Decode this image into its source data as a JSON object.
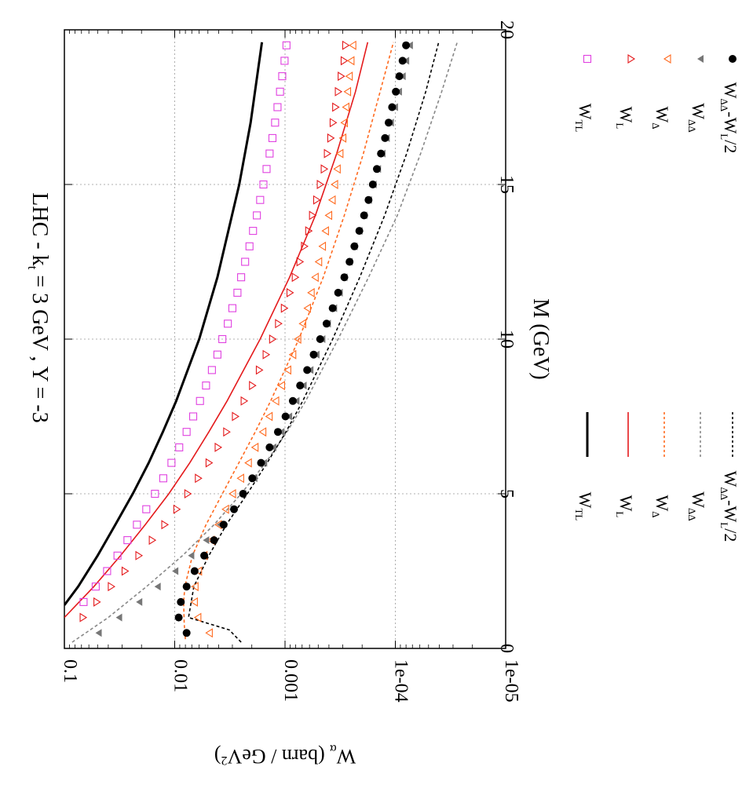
{
  "chart_data": {
    "type": "scatter",
    "orientation": "rotated-90-clockwise",
    "title": "LHC  -  k<sub>t</sub> = 3 GeV , Y = -3",
    "title_parts": {
      "pre": "LHC  -  k",
      "sub": "t",
      "post": " = 3 GeV , Y = -3"
    },
    "xlabel": "M  (GeV)",
    "ylabel": {
      "main": "W",
      "sub": "α",
      "rest": "  (barn / GeV",
      "sup": "2",
      "close": ")"
    },
    "xlim": [
      0,
      20
    ],
    "ylim": [
      1e-05,
      0.1
    ],
    "yscale": "log",
    "grid": true,
    "x_ticks": [
      "0",
      "5",
      "10",
      "15",
      "20"
    ],
    "y_ticks": [
      "0.1",
      "0.01",
      "0.001",
      "1e-04",
      "1e-05"
    ],
    "legend_lines": [
      {
        "label": "W",
        "sub": "TL",
        "color": "#000000",
        "style": "solid",
        "width": 3
      },
      {
        "label": "W",
        "sub": "L",
        "color": "#e41a1c",
        "style": "solid",
        "width": 1.6
      },
      {
        "label": "W",
        "sub": "Δ",
        "color": "#ff6a1f",
        "style": "dashed",
        "width": 1.6
      },
      {
        "label": "W",
        "sub": "ΔΔ",
        "color": "#888888",
        "style": "dashed",
        "width": 1.6
      },
      {
        "label": "W",
        "sub": "ΔΔ",
        "tail": "-W",
        "sub2": "L",
        "tail2": "/2",
        "color": "#000000",
        "style": "dashed",
        "width": 1.6
      }
    ],
    "legend_points": [
      {
        "label": "W",
        "sub": "TL",
        "color": "#e040e0",
        "marker": "square"
      },
      {
        "label": "W",
        "sub": "L",
        "color": "#e41a1c",
        "marker": "triangle-right"
      },
      {
        "label": "W",
        "sub": "Δ",
        "color": "#ff6a1f",
        "marker": "triangle-left"
      },
      {
        "label": "W",
        "sub": "ΔΔ",
        "color": "#777777",
        "marker": "triangle-filled"
      },
      {
        "label": "W",
        "sub": "ΔΔ",
        "tail": "-W",
        "sub2": "L",
        "tail2": "/2",
        "color": "#000000",
        "marker": "circle"
      }
    ],
    "series": [
      {
        "name": "W_TL (curve)",
        "kind": "line",
        "color": "#000000",
        "dash": "",
        "width": 3,
        "x": [
          1.4,
          2,
          3,
          4,
          5,
          6,
          7,
          8,
          10,
          12,
          15,
          17,
          19.6
        ],
        "y": [
          0.1,
          0.075,
          0.05,
          0.0345,
          0.024,
          0.0172,
          0.0128,
          0.0097,
          0.006,
          0.0041,
          0.0026,
          0.00205,
          0.00162
        ]
      },
      {
        "name": "W_L (curve)",
        "kind": "line",
        "color": "#e41a1c",
        "dash": "",
        "width": 1.6,
        "x": [
          1.0,
          2,
          3,
          4,
          5,
          6,
          7,
          8,
          10,
          12,
          14,
          16,
          18,
          19.6
        ],
        "y": [
          0.1,
          0.054,
          0.031,
          0.0185,
          0.0113,
          0.0073,
          0.0049,
          0.00335,
          0.00168,
          0.00091,
          0.00053,
          0.00034,
          0.00023,
          0.000178
        ]
      },
      {
        "name": "W_Δ (curve)",
        "kind": "line",
        "color": "#ff6a1f",
        "dash": "4,3",
        "width": 1.6,
        "x": [
          0.3,
          0.8,
          1.5,
          2,
          3,
          4,
          5,
          6,
          7,
          8,
          10,
          12,
          14,
          16,
          19.6
        ],
        "y": [
          0.008,
          0.0082,
          0.0083,
          0.0081,
          0.0069,
          0.0052,
          0.0037,
          0.00262,
          0.00186,
          0.00135,
          0.00075,
          0.00045,
          0.00029,
          0.000195,
          0.000104
        ]
      },
      {
        "name": "W_ΔΔ (curve)",
        "kind": "line",
        "color": "#888888",
        "dash": "4,3",
        "width": 1.6,
        "x": [
          0.2,
          1,
          2,
          3,
          4,
          5,
          6,
          7,
          8,
          10,
          12,
          14,
          16,
          18,
          19.6
        ],
        "y": [
          0.085,
          0.04,
          0.018,
          0.0085,
          0.0044,
          0.0025,
          0.0015,
          0.00096,
          0.00065,
          0.00033,
          0.000175,
          9.6e-05,
          5.9e-05,
          3.8e-05,
          2.75e-05
        ]
      },
      {
        "name": "W_ΔΔ-W_L/2 (curve)",
        "kind": "line",
        "color": "#000000",
        "dash": "4,3",
        "width": 1.6,
        "x": [
          0.2,
          0.6,
          1,
          2,
          3,
          4,
          5,
          6,
          7,
          8,
          10,
          12,
          14,
          16,
          18,
          19.6
        ],
        "y": [
          0.0025,
          0.0032,
          0.0075,
          0.0067,
          0.0049,
          0.0034,
          0.0022,
          0.00145,
          0.00098,
          0.00069,
          0.00037,
          0.00021,
          0.000125,
          7.9e-05,
          5.3e-05,
          4.05e-05
        ]
      },
      {
        "name": "W_TL (points)",
        "kind": "points",
        "marker": "square",
        "color": "#e040e0",
        "x": [
          1.5,
          2,
          2.5,
          3,
          3.5,
          4,
          4.5,
          5,
          5.5,
          6,
          6.5,
          7,
          7.5,
          8,
          8.5,
          9,
          9.5,
          10,
          10.5,
          11,
          11.5,
          12,
          12.5,
          13,
          13.5,
          14,
          14.5,
          15,
          15.5,
          16,
          16.5,
          17,
          17.5,
          18,
          18.5,
          19,
          19.5
        ],
        "y": [
          0.067,
          0.052,
          0.041,
          0.033,
          0.0268,
          0.022,
          0.0181,
          0.0151,
          0.0127,
          0.0107,
          0.0091,
          0.0078,
          0.0068,
          0.0059,
          0.0052,
          0.0046,
          0.0041,
          0.0037,
          0.0033,
          0.003,
          0.0027,
          0.0025,
          0.0023,
          0.0021,
          0.00195,
          0.0018,
          0.00168,
          0.00157,
          0.00147,
          0.00138,
          0.0013,
          0.00123,
          0.00117,
          0.00111,
          0.00106,
          0.00101,
          0.00097
        ]
      },
      {
        "name": "W_L (points)",
        "kind": "points",
        "marker": "triangle-right",
        "color": "#e41a1c",
        "x": [
          1,
          1.5,
          2,
          2.5,
          3,
          3.5,
          4,
          4.5,
          5,
          5.5,
          6,
          6.5,
          7,
          7.5,
          8,
          8.5,
          9,
          9.5,
          10,
          10.5,
          11,
          11.5,
          12,
          12.5,
          13,
          13.5,
          14,
          14.5,
          15,
          15.5,
          16,
          16.5,
          17,
          17.5,
          18,
          18.5,
          19,
          19.5
        ],
        "y": [
          0.072,
          0.054,
          0.04,
          0.03,
          0.0225,
          0.017,
          0.0131,
          0.0102,
          0.0081,
          0.0065,
          0.0052,
          0.0043,
          0.0036,
          0.003,
          0.0025,
          0.0021,
          0.00182,
          0.00158,
          0.00138,
          0.00122,
          0.00108,
          0.00096,
          0.00086,
          0.00078,
          0.00071,
          0.00065,
          0.0006,
          0.00055,
          0.00051,
          0.00047,
          0.00044,
          0.00041,
          0.00039,
          0.00037,
          0.00035,
          0.00033,
          0.00031,
          0.0003
        ]
      },
      {
        "name": "W_Δ (points)",
        "kind": "points",
        "marker": "triangle-left",
        "color": "#ff6a1f",
        "x": [
          0.5,
          1,
          1.5,
          2,
          2.5,
          3,
          3.5,
          4,
          4.5,
          5,
          5.5,
          6,
          6.5,
          7,
          7.5,
          8,
          8.5,
          9,
          9.5,
          10,
          10.5,
          11,
          11.5,
          12,
          12.5,
          13,
          13.5,
          14,
          14.5,
          15,
          15.5,
          16,
          16.5,
          17,
          17.5,
          18,
          18.5,
          19,
          19.5
        ],
        "y": [
          0.0052,
          0.0066,
          0.0071,
          0.007,
          0.0065,
          0.0058,
          0.005,
          0.0043,
          0.0037,
          0.0032,
          0.0027,
          0.0023,
          0.002,
          0.0017,
          0.00149,
          0.0013,
          0.00115,
          0.00101,
          0.00091,
          0.00082,
          0.00074,
          0.00067,
          0.00062,
          0.00057,
          0.00053,
          0.00049,
          0.00046,
          0.00043,
          0.0004,
          0.00038,
          0.00036,
          0.00034,
          0.00032,
          0.00031,
          0.0003,
          0.00029,
          0.00028,
          0.00027,
          0.00026
        ]
      },
      {
        "name": "W_ΔΔ (points)",
        "kind": "points",
        "marker": "triangle-filled",
        "color": "#777777",
        "x": [
          0.5,
          1,
          1.5,
          2,
          2.5,
          3,
          3.5,
          4,
          4.5,
          5,
          5.5,
          6,
          6.5,
          7,
          7.5,
          8,
          8.5,
          9,
          9.5,
          10,
          10.5,
          11,
          11.5,
          12,
          12.5,
          13,
          13.5,
          14,
          14.5,
          15,
          15.5,
          16,
          16.5,
          17,
          17.5,
          18,
          18.5,
          19,
          19.5
        ],
        "y": [
          0.049,
          0.032,
          0.021,
          0.0143,
          0.0099,
          0.0071,
          0.0052,
          0.0039,
          0.003,
          0.0024,
          0.0019,
          0.00155,
          0.00128,
          0.00108,
          0.00092,
          0.00079,
          0.00068,
          0.00059,
          0.00052,
          0.00046,
          0.00041,
          0.00036,
          0.00032,
          0.00029,
          0.00026,
          0.000235,
          0.000212,
          0.000192,
          0.000174,
          0.000158,
          0.000144,
          0.000131,
          0.00012,
          0.00011,
          0.000101,
          9.3e-05,
          8.6e-05,
          8e-05,
          7.4e-05
        ]
      },
      {
        "name": "W_ΔΔ-W_L/2 (points)",
        "kind": "points",
        "marker": "circle",
        "color": "#000000",
        "x": [
          0.5,
          1,
          1.5,
          2,
          2.5,
          3,
          3.5,
          4,
          4.5,
          5,
          5.5,
          6,
          6.5,
          7,
          7.5,
          8,
          8.5,
          9,
          9.5,
          10,
          10.5,
          11,
          11.5,
          12,
          12.5,
          13,
          13.5,
          14,
          14.5,
          15,
          15.5,
          16,
          16.5,
          17,
          17.5,
          18,
          18.5,
          19,
          19.5
        ],
        "y": [
          0.0078,
          0.0092,
          0.0088,
          0.0078,
          0.0066,
          0.0054,
          0.0044,
          0.0036,
          0.0029,
          0.0024,
          0.00198,
          0.00165,
          0.00138,
          0.00116,
          0.00099,
          0.00085,
          0.00073,
          0.00063,
          0.00055,
          0.00048,
          0.00042,
          0.00037,
          0.00033,
          0.00029,
          0.00026,
          0.000235,
          0.000212,
          0.000192,
          0.000175,
          0.00016,
          0.000147,
          0.000135,
          0.000124,
          0.000115,
          0.000107,
          9.9e-05,
          9.2e-05,
          8.6e-05,
          8e-05
        ]
      }
    ]
  }
}
